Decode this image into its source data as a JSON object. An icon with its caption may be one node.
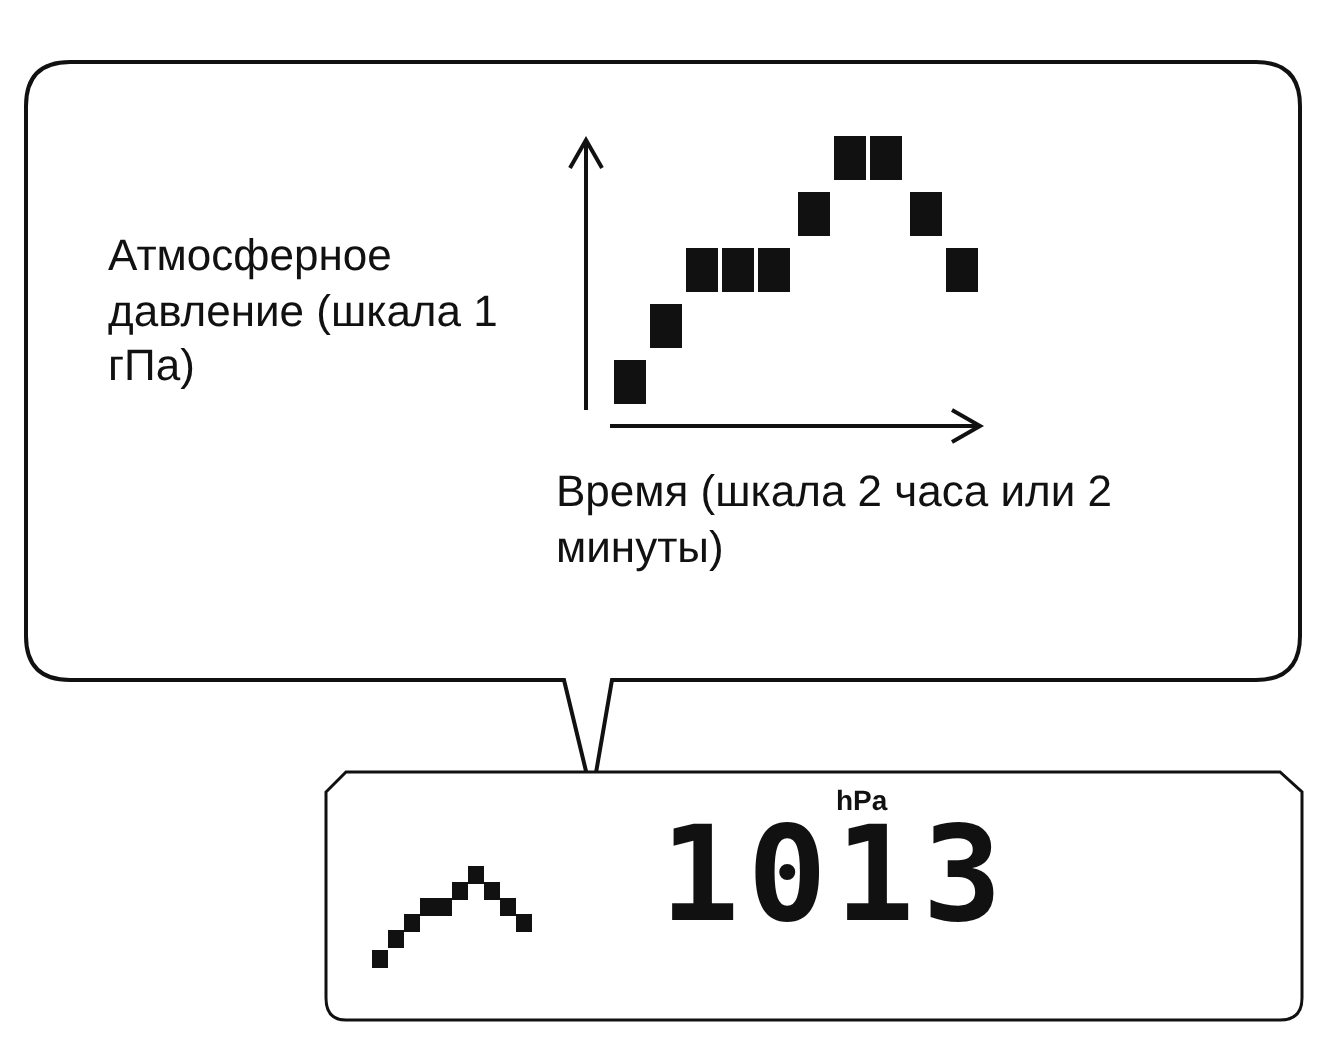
{
  "diagram": {
    "nodes": [
      {
        "text": [
          "Атмосферное давление (шкала 1 гПа)",
          "Время (шкала 2 часа или 2 минуты)"
        ]
      },
      {
        "text": [
          "hPa",
          "1013"
        ]
      }
    ]
  }
}
